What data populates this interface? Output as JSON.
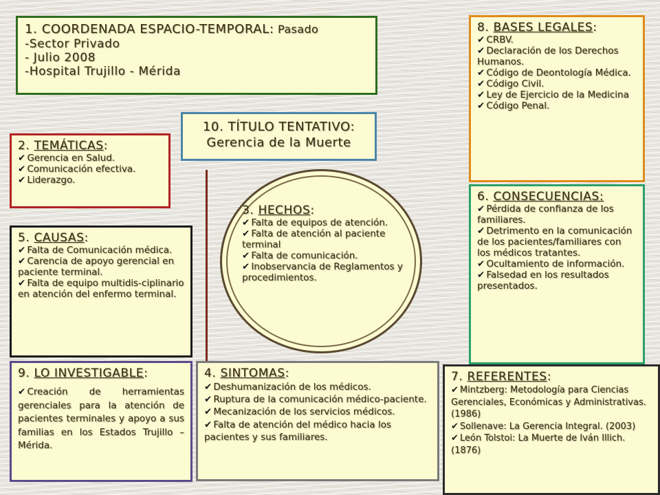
{
  "coordenada": {
    "title": "1. COORDENADA ESPACIO-TEMPORAL:",
    "title_value": " Pasado",
    "lines": [
      "-Sector Privado",
      "- Julio 2008",
      "-Hospital Trujillo - Mérida"
    ]
  },
  "bases": {
    "number": "8. ",
    "title": "BASES LEGALES",
    "colon": ":",
    "items": [
      "CRBV.",
      "Declaración de los Derechos Humanos.",
      "Código de Deontología Médica.",
      "Código Civil.",
      "Ley de Ejercicio de la Medicina",
      "Código Penal."
    ]
  },
  "tematicas": {
    "number": "2. ",
    "title": "TEMÁTICAS",
    "colon": ":",
    "items": [
      "Gerencia en Salud.",
      "Comunicación efectiva.",
      "Liderazgo."
    ]
  },
  "titulo": {
    "title": "10. TÍTULO TENTATIVO:",
    "subtitle": "Gerencia de la Muerte"
  },
  "hechos": {
    "number": "3. ",
    "title": "HECHOS",
    "colon": ":",
    "items": [
      "Falta de equipos de atención.",
      "Falta de atención al paciente terminal",
      "Falta de comunicación.",
      "Inobservancia de Reglamentos y procedimientos."
    ]
  },
  "causas": {
    "number": "5. ",
    "title": "CAUSAS",
    "colon": ":",
    "items": [
      "Falta de Comunicación médica.",
      "Carencia de apoyo gerencial en paciente terminal.",
      "Falta de equipo multidis-ciplinario en atención del enfermo terminal."
    ]
  },
  "consecuencias": {
    "number": "6. ",
    "title": "CONSECUENCIAS:",
    "colon": "",
    "items": [
      "Pérdida de confianza de los familiares.",
      "Detrimento en la comunicación de los pacientes/familiares con los médicos tratantes.",
      "Ocultamiento de información.",
      "Falsedad en los resultados presentados."
    ]
  },
  "investigable": {
    "number": "9. ",
    "title": "LO INVESTIGABLE",
    "colon": ":",
    "items": [
      "Creación de herramientas gerenciales para la atención de pacientes terminales y apoyo a sus familias en los Estados Trujillo – Mérida."
    ]
  },
  "sintomas": {
    "number": "4. ",
    "title": "SINTOMAS",
    "colon": ":",
    "items": [
      "Deshumanización de los médicos.",
      "Ruptura de la comunicación médico-paciente.",
      "Mecanización de los servicios médicos.",
      "Falta de atención del médico hacia los pacientes y sus familiares."
    ]
  },
  "referentes": {
    "number": "7. ",
    "title": "REFERENTES",
    "colon": ":",
    "items": [
      "Mintzberg: Metodología para Ciencias Gerenciales, Económicas y Administrativas. (1986)",
      "Sollenave: La Gerencia Integral. (2003)",
      "León Tolstoi: La Muerte de Iván Illich. (1876)"
    ]
  },
  "icons": {
    "check": "✔"
  }
}
